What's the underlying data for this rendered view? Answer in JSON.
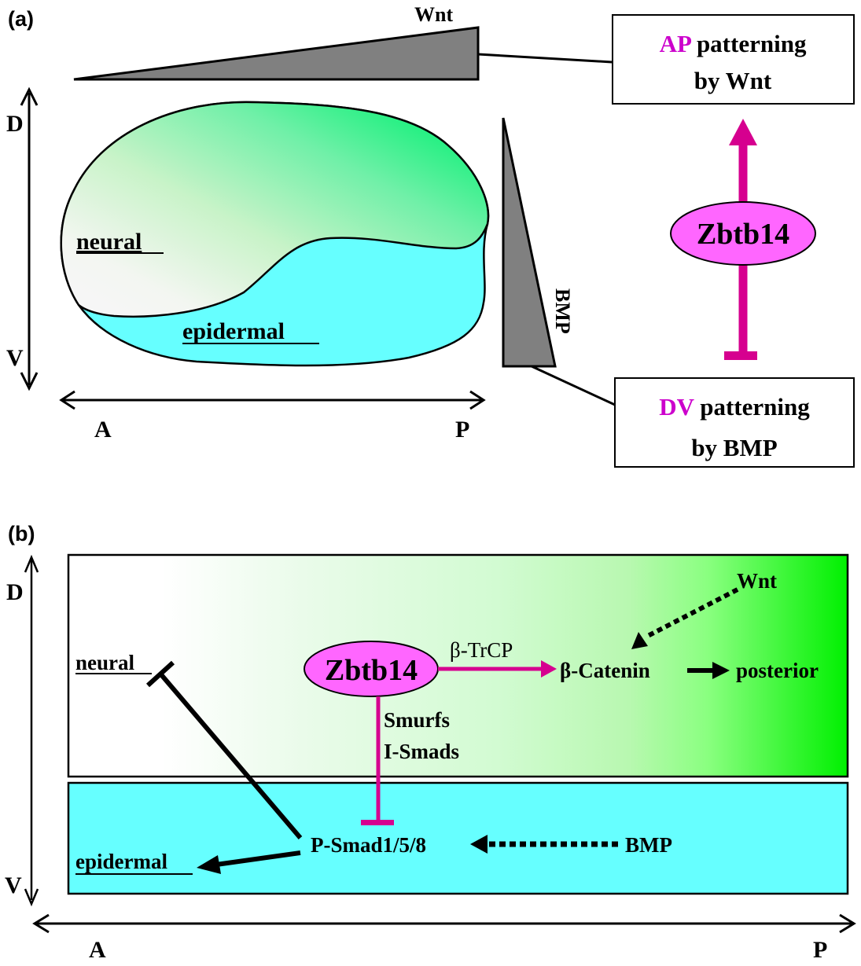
{
  "panel_a": {
    "label": "(a)",
    "wnt_gradient_label": "Wnt",
    "bmp_gradient_label": "BMP",
    "axis_dv": {
      "top": "D",
      "bottom": "V"
    },
    "axis_ap": {
      "left": "A",
      "right": "P"
    },
    "embryo": {
      "neural_label": "neural",
      "epidermal_label": "epidermal"
    },
    "ap_box": {
      "highlight": "AP",
      "line1_rest": " patterning",
      "line2": "by Wnt"
    },
    "dv_box": {
      "highlight": "DV",
      "line1_rest": " patterning",
      "line2": "by BMP"
    },
    "center_node": "Zbtb14"
  },
  "panel_b": {
    "label": "(b)",
    "axis_dv": {
      "top": "D",
      "bottom": "V"
    },
    "axis_ap": {
      "left": "A",
      "right": "P"
    },
    "nodes": {
      "neural": "neural",
      "zbtb14": "Zbtb14",
      "b_trcp": "β-TrCP",
      "b_catenin": "β-Catenin",
      "posterior": "posterior",
      "wnt": "Wnt",
      "smurfs": "Smurfs",
      "i_smads": "I-Smads",
      "p_smad": "P-Smad1/5/8",
      "bmp": "BMP",
      "epidermal": "epidermal"
    }
  },
  "colors": {
    "magenta": "#d6008f",
    "highlight_text": "#cc00cc",
    "zbtb14_fill": "#ff66ff",
    "cyan": "#66ffff",
    "green": "#00ee66",
    "bright_green": "#00ff00",
    "gradient_gray": "#808080"
  }
}
